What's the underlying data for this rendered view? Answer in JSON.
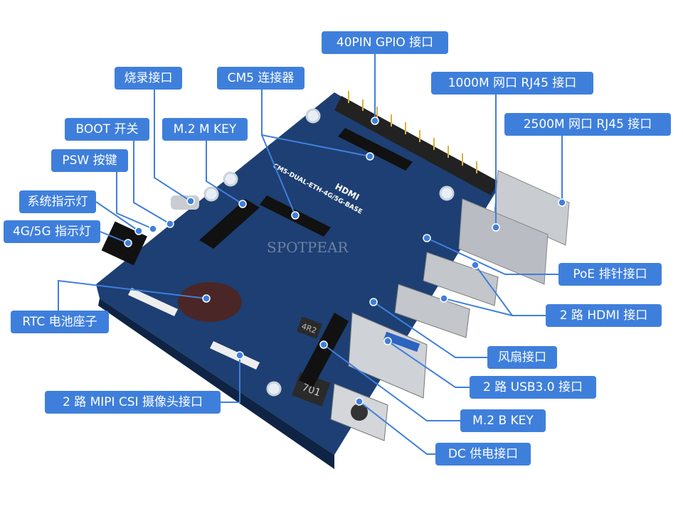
{
  "colors": {
    "label_bg": "#3f7fdc",
    "board": "#1d3f73",
    "line": "#3f7fdc"
  },
  "board": {
    "silkscreen": "CM5-DUAL-ETH-4G/5G-BASE",
    "brand_watermark": "SPOTPEAR",
    "hdmi_mark": "HDMI",
    "inductor_mark": "701",
    "chip_mark": "4R2"
  },
  "labels": {
    "gpio": "40PIN GPIO 接口",
    "rj45_1000": "1000M 网口 RJ45 接口",
    "rj45_2500": "2500M 网口 RJ45 接口",
    "flash": "烧录接口",
    "cm5": "CM5 连接器",
    "boot": "BOOT 开关",
    "m2m": "M.2 M KEY",
    "psw": "PSW 按键",
    "sysled": "系统指示灯",
    "led4g5g": "4G/5G 指示灯",
    "rtc": "RTC 电池座子",
    "csi": "2 路 MIPI CSI 摄像头接口",
    "poe": "PoE 排针接口",
    "hdmi": "2 路 HDMI 接口",
    "fan": "风扇接口",
    "usb": "2 路 USB3.0 接口",
    "m2b": "M.2 B KEY",
    "dc": "DC 供电接口"
  }
}
